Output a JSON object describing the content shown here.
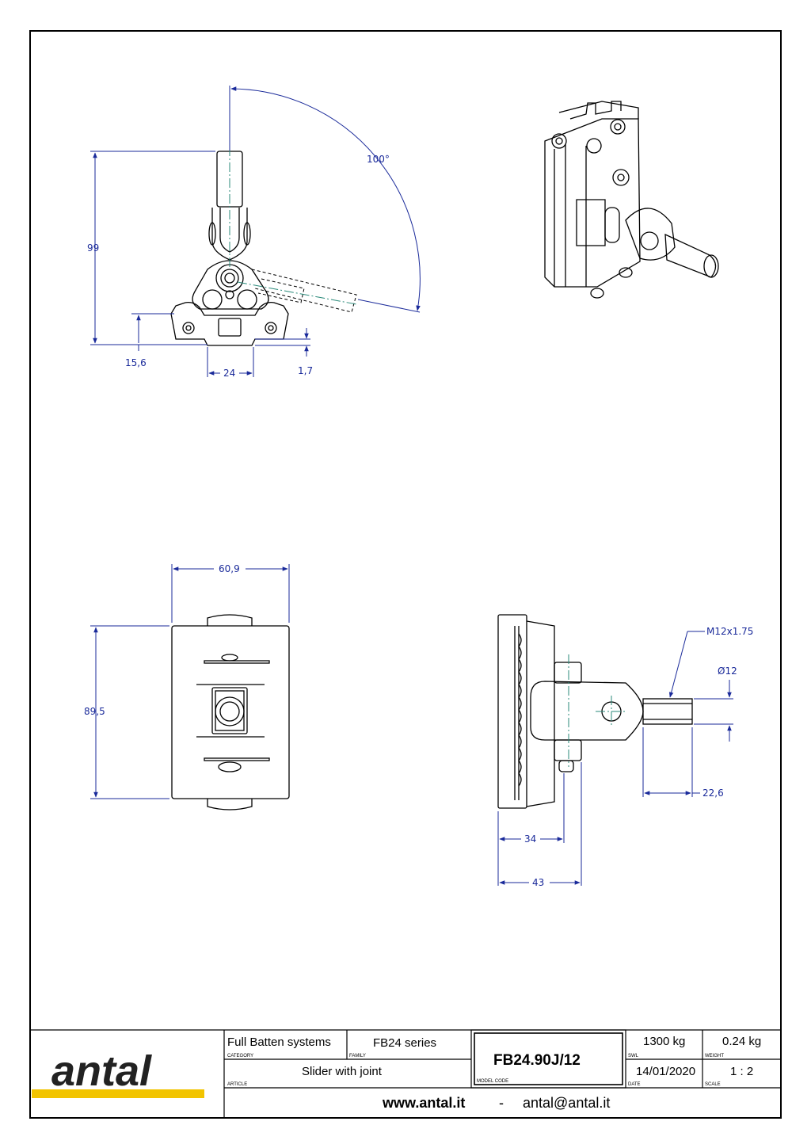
{
  "dimensions": {
    "angle": "100°",
    "height_total": "99",
    "base_offset": "15,6",
    "slot_width": "24",
    "gap": "1,7",
    "front_width": "60,9",
    "front_height": "89,5",
    "thread": "M12x1.75",
    "diameter": "Ø12",
    "stud_length": "22,6",
    "depth_body": "34",
    "depth_total": "43"
  },
  "title_block": {
    "logo": "antal",
    "category_value": "Full Batten systems",
    "category_label": "CATEGORY",
    "family_value": "FB24 series",
    "family_label": "FAMILY",
    "article_value": "Slider with joint",
    "article_label": "ARTICLE",
    "model_code": "FB24.90J/12",
    "model_code_label": "MODEL CODE",
    "swl_value": "1300 kg",
    "swl_label": "SWL",
    "weight_value": "0.24 kg",
    "weight_label": "WEIGHT",
    "date_value": "14/01/2020",
    "date_label": "DATE",
    "scale_value": "1 : 2",
    "scale_label": "SCALE",
    "website": "www.antal.it",
    "separator": "-",
    "email": "antal@antal.it"
  },
  "colors": {
    "dimension": "#1a2a9a",
    "centerline": "#2a8a7a",
    "accent": "#f2c400"
  }
}
